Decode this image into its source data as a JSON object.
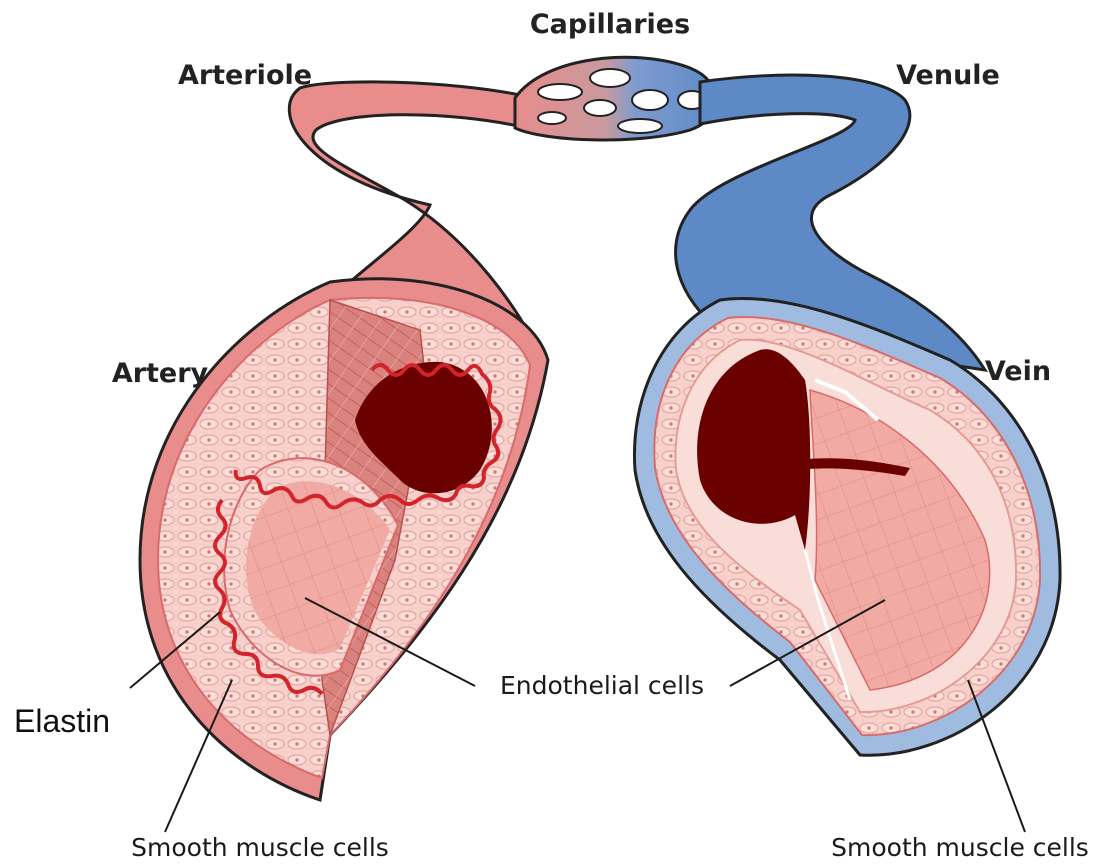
{
  "labels": {
    "capillaries": "Capillaries",
    "arteriole": "Arteriole",
    "venule": "Venule",
    "artery": "Artery",
    "vein": "Vein",
    "elastin": "Elastin",
    "endothelial_cells": "Endothelial cells",
    "smooth_muscle_left": "Smooth muscle cells",
    "smooth_muscle_right": "Smooth muscle cells"
  },
  "colors": {
    "artery_outer": "#e88c8c",
    "artery_tissue": "#f5c3bd",
    "artery_elastin": "#d3242c",
    "lumen": "#6b0000",
    "vein_outer": "#5d8ac6",
    "vein_rim": "#9fbbe0",
    "endothelium": "#f3a9a3",
    "outline": "#222222"
  }
}
